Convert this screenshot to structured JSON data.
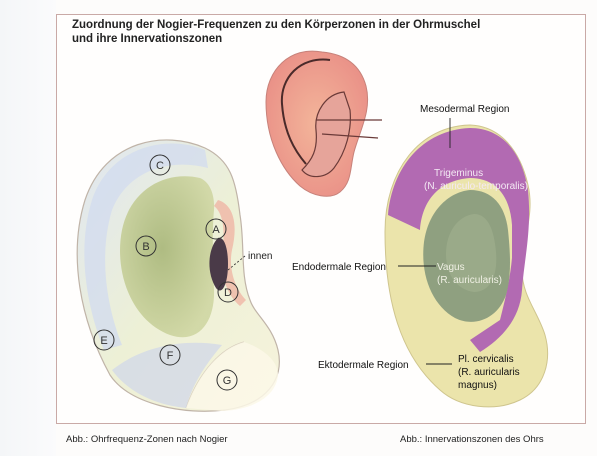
{
  "title_line1": "Zuordnung der Nogier-Frequenzen zu den Körperzonen in der Ohrmuschel",
  "title_line2": "und ihre Innervationszonen",
  "zones": {
    "a": "A",
    "b": "B",
    "c": "C",
    "d": "D",
    "e": "E",
    "f": "F",
    "g": "G"
  },
  "innen_label": "innen",
  "regions": {
    "mesodermal": "Mesodermal Region",
    "endodermal": "Endodermale Region",
    "ektodermal": "Ektodermale Region"
  },
  "nerves": {
    "trigeminus_1": "Trigeminus",
    "trigeminus_2": "(N. auriculo-temporalis)",
    "vagus_1": "Vagus",
    "vagus_2": "(R. auricularis)",
    "cervicalis_1": "Pl. cervicalis",
    "cervicalis_2": "(R. auricularis",
    "cervicalis_3": "magnus)"
  },
  "captions": {
    "left": "Abb.: Ohrfrequenz-Zonen nach Nogier",
    "right": "Abb.: Innervationszonen des Ohrs"
  },
  "colors": {
    "mesodermal": "#b068b0",
    "endodermal": "#8a9a78",
    "ektodermal": "#e8e2a8",
    "nogier_green": "#b8c48a",
    "nogier_blue": "#c6cfe8"
  }
}
